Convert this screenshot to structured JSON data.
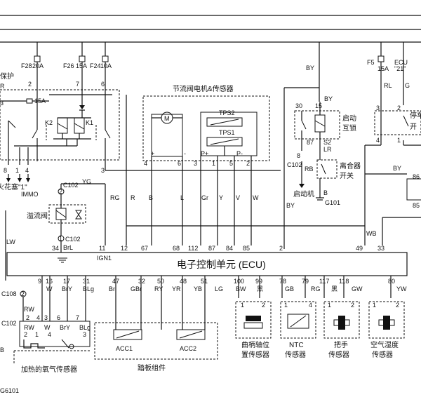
{
  "ecu": {
    "title": "电子控制单元 (ECU)",
    "ign": "IGN1"
  },
  "fuses": [
    {
      "name": "F28",
      "rating": "20A"
    },
    {
      "name": "F26",
      "rating": "15A"
    },
    {
      "name": "F24",
      "rating": "10A"
    },
    {
      "name": "F5",
      "rating": "15A"
    }
  ],
  "ecu_ref": {
    "label": "ECU",
    "pin": "\"21\""
  },
  "top_left": {
    "protect": "保护",
    "r": "R",
    "k3": "3",
    "fuse15": "15A",
    "k2": "K2",
    "k1": "K1",
    "spark": "火花塞\"1\"",
    "immo": "IMMO",
    "p8": "8",
    "p1": "1",
    "p4": "4",
    "p2": "2",
    "p7": "7",
    "p6": "6",
    "p3": "3"
  },
  "throttle": {
    "title": "节流阀电机&传感器",
    "motor": "M",
    "tps2": "TPS2",
    "tps1": "TPS1",
    "plus": "+",
    "minus": "-",
    "pplus": "P+",
    "pminus": "P-",
    "pins": [
      "4",
      "6",
      "3",
      "1",
      "5",
      "2"
    ]
  },
  "relay": {
    "by": "BY",
    "p30": "30",
    "p15": "15",
    "p87": "87",
    "p8": "8",
    "s2": "S2",
    "lr": "LR",
    "start_lock": "启动",
    "start_lock2": "互锁",
    "c102": "C102",
    "rb": "RB",
    "clutch": "离合器",
    "clutch2": "开关",
    "starter": "启动机",
    "b": "B",
    "g101": "G101",
    "by2": "BY"
  },
  "right": {
    "rl": "RL",
    "g": "G",
    "stop": "停车",
    "open": "开",
    "p3": "3",
    "p2": "2",
    "p4": "4",
    "p1": "1",
    "by": "BY",
    "p86": "86",
    "p85": "85"
  },
  "overflow": {
    "c102": "C102",
    "yg": "YG",
    "p2": "2",
    "name": "溢流阀",
    "p1": "1",
    "c102b": "C102"
  },
  "wire_labels": {
    "lw": "LW",
    "rg": "RG",
    "r": "R",
    "b": "B",
    "l": "L",
    "gr": "Gr",
    "y": "Y",
    "v": "V",
    "w": "W",
    "wb": "WB",
    "brl": "BrL"
  },
  "ecu_top_pins": [
    "34",
    "11",
    "12",
    "67",
    "68",
    "112",
    "87",
    "84",
    "85",
    "2",
    "49",
    "33"
  ],
  "ecu_bottom_pins": [
    "9",
    "16",
    "17",
    "31",
    "47",
    "32",
    "50",
    "48",
    "51",
    "100",
    "99",
    "78",
    "79",
    "117",
    "118",
    "80"
  ],
  "bottom_wires": [
    "RW",
    "W",
    "BrY",
    "BLg",
    "Br",
    "GBr",
    "RY",
    "YR",
    "YB",
    "LG",
    "BW",
    "黑",
    "GB",
    "RG",
    "黑",
    "GW",
    "YW"
  ],
  "o2": {
    "c108": "C108",
    "c102": "C102",
    "p2": "2",
    "rw": "RW",
    "w": "W",
    "bry": "BrY",
    "blg": "BLg",
    "p3": "3",
    "p4": "4",
    "p6": "6",
    "p7": "7",
    "p1": "1",
    "p2b": "2",
    "p3b": "3",
    "p4b": "4",
    "name": "加热的氧气传感器",
    "b": "B",
    "g6101": "G6101"
  },
  "pedal": {
    "acc1": "ACC1",
    "acc2": "ACC2",
    "name": "踏板组件"
  },
  "sensors": [
    {
      "name1": "曲柄轴位",
      "name2": "置传感器",
      "pins": [
        "1",
        "2"
      ]
    },
    {
      "name1": "NTC",
      "name2": "传感器",
      "pins": [
        "1",
        "4"
      ]
    },
    {
      "name1": "把手",
      "name2": "传感器",
      "pins": [
        "1",
        "2"
      ]
    },
    {
      "name1": "空气湿度",
      "name2": "传感器",
      "pins": [
        "1",
        "2"
      ]
    }
  ]
}
